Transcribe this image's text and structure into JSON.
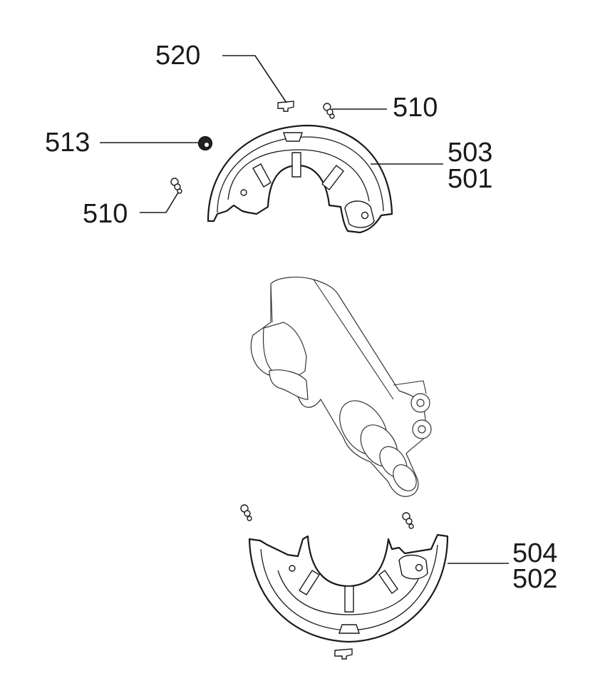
{
  "callouts": {
    "c520": "520",
    "c510_top": "510",
    "c513": "513",
    "c503": "503",
    "c501": "501",
    "c510_left": "510",
    "c504": "504",
    "c502": "502"
  }
}
